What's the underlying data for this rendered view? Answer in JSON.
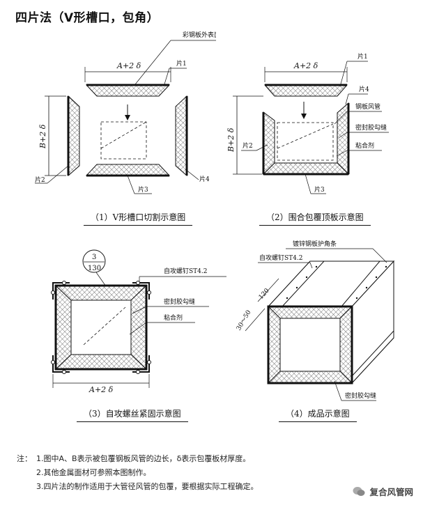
{
  "title": "四片法（V形槽口，包角）",
  "figures": {
    "f1": {
      "caption": "（1）V形槽口切割示意图",
      "labels": {
        "top_layer": "彩钢板外表面层",
        "p1": "片1",
        "p2": "片2",
        "p3": "片3",
        "p4": "片4"
      },
      "dim_w": "A+2 δ",
      "dim_h": "B+2 δ"
    },
    "f2": {
      "caption": "（2）围合包覆顶板示意图",
      "labels": {
        "p1": "片1",
        "p4": "片4",
        "duct": "钢板风管",
        "seal": "密封胶勾缝",
        "glue": "粘合剂",
        "p2": "片2",
        "p3": "片3"
      },
      "dim_w": "A+2 δ",
      "dim_h": "B+2 δ"
    },
    "f3": {
      "caption": "（3）自攻螺丝紧固示意图",
      "labels": {
        "ref_top": "3",
        "ref_bottom": "130",
        "screw": "自攻螺钉ST4.2",
        "seal": "密封胶勾缝",
        "glue": "粘合剂"
      },
      "dim_w": "A+2 δ"
    },
    "f4": {
      "caption": "（4）成品示意图",
      "labels": {
        "corner": "镀锌钢板护角条",
        "screw": "自攻螺钉ST4.2",
        "d120": "120",
        "d3050": "30～50",
        "seal": "密封胶勾缝"
      }
    }
  },
  "notes": {
    "prefix": "注：",
    "items": [
      "1.图中A、B表示被包覆钢板风管的边长，δ表示包覆板材厚度。",
      "2.其他金属面材可参照本图制作。",
      "3.四片法的制作适用于大管径风管的包覆，要根据实际工程确定。"
    ]
  },
  "watermark": "复合风管网"
}
